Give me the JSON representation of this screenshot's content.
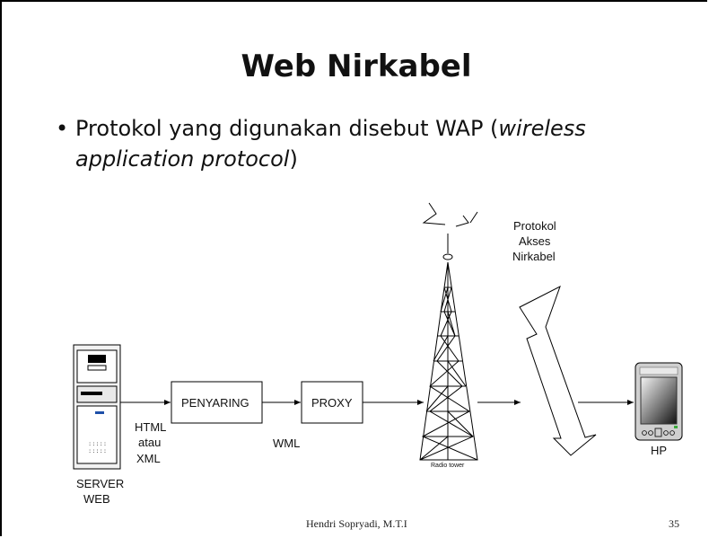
{
  "slide": {
    "title": "Web Nirkabel",
    "bullet": {
      "text_before": "Protokol yang digunakan disebut WAP (",
      "italic": "wireless application protocol",
      "text_after": ")"
    },
    "footer": {
      "author": "Hendri Sopryadi, M.T.I",
      "page": "35"
    }
  },
  "diagram": {
    "server_label": [
      "SERVER",
      "WEB"
    ],
    "filter_label": "PENYARING",
    "proxy_label": "PROXY",
    "html_label": [
      "HTML",
      "atau",
      "XML"
    ],
    "wml_label": "WML",
    "tower_label": "Radio tower",
    "protocol_label": [
      "Protokol",
      "Akses",
      "Nirkabel"
    ],
    "hp_label": "HP"
  }
}
